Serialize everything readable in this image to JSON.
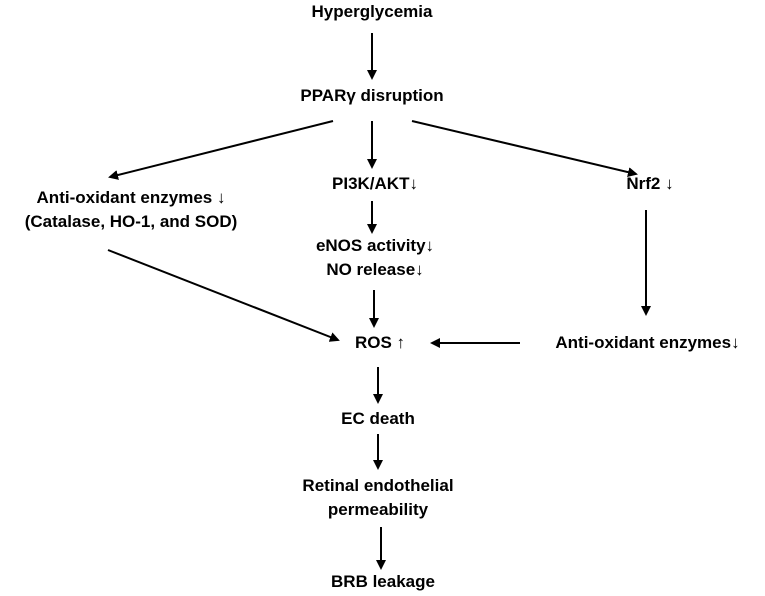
{
  "nodes": {
    "hyperglycemia": "Hyperglycemia",
    "ppar": "PPARγ disruption",
    "antiox_left_1": "Anti-oxidant enzymes",
    "antiox_left_1_arrow": "↓",
    "antiox_left_2": "(Catalase, HO-1, and SOD)",
    "pi3k": "PI3K/AKT",
    "pi3k_arrow": "↓",
    "nrf2": "Nrf2",
    "nrf2_arrow": "↓",
    "enos": "eNOS activity",
    "enos_arrow": "↓",
    "no_release": "NO release",
    "no_release_arrow": "↓",
    "ros": "ROS",
    "ros_arrow": "↑",
    "antiox_right": "Anti-oxidant enzymes",
    "antiox_right_arrow": "↓",
    "ec_death": "EC death",
    "retinal_1": "Retinal endothelial",
    "retinal_2": "permeability",
    "brb": "BRB leakage"
  }
}
